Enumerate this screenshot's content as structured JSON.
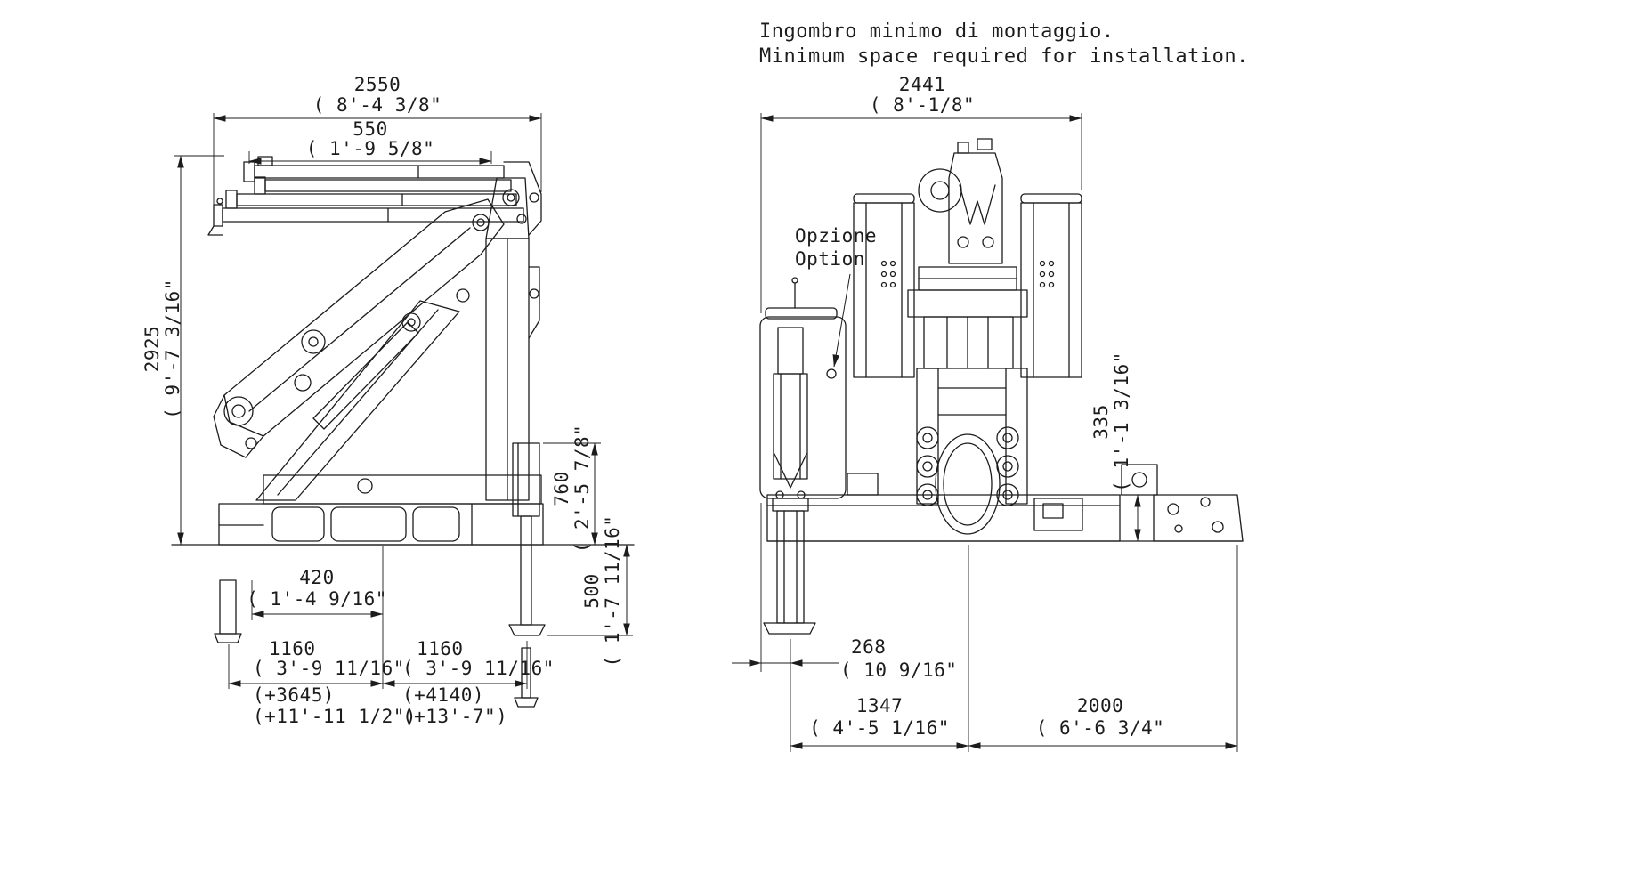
{
  "title": {
    "line1": "Ingombro minimo di montaggio.",
    "line2": "Minimum space required for installation."
  },
  "side_view": {
    "width_overall": {
      "mm": "2550",
      "ft_in": "( 8'-4 3/8\""
    },
    "width_inner": {
      "mm": "550",
      "ft_in": "( 1'-9 5/8\""
    },
    "height_overall": {
      "mm": "2925",
      "ft_in": "( 9'-7 3/16\""
    },
    "height_rear": {
      "mm": "760",
      "ft_in": "( 2'-5 7/8\""
    },
    "leg_extension": {
      "mm": "500",
      "ft_in": "( 1'-7 11/16\""
    },
    "offset_center": {
      "mm": "420",
      "ft_in": "( 1'-4 9/16\""
    },
    "spread_left": {
      "mm": "1160",
      "ft_in": "( 3'-9 11/16\"",
      "extended_mm": "(+3645)",
      "extended_ft_in": "(+11'-11 1/2\")"
    },
    "spread_right": {
      "mm": "1160",
      "ft_in": "( 3'-9 11/16\"",
      "extended_mm": "(+4140)",
      "extended_ft_in": "(+13'-7\")"
    }
  },
  "rear_view": {
    "option": {
      "line1": "Opzione",
      "line2": "Option"
    },
    "width_overall": {
      "mm": "2441",
      "ft_in": "( 8'-1/8\""
    },
    "base_height": {
      "mm": "335",
      "ft_in": "( 1'-1 3/16\""
    },
    "offset_left": {
      "mm": "268",
      "ft_in": "( 10 9/16\""
    },
    "center_to_left_leg": {
      "mm": "1347",
      "ft_in": "( 4'-5 1/16\""
    },
    "center_to_right_edge": {
      "mm": "2000",
      "ft_in": "( 6'-6 3/4\""
    }
  }
}
